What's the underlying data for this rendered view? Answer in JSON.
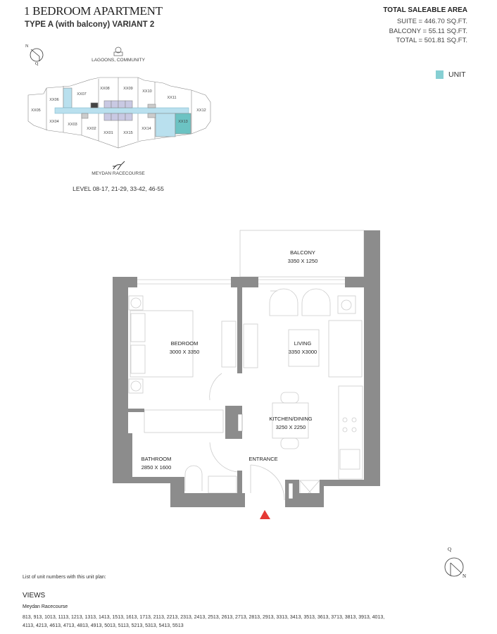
{
  "header": {
    "title": "1 BEDROOM APARTMENT",
    "subtitle": "TYPE A (with balcony) VARIANT 2"
  },
  "area": {
    "heading": "TOTAL SALEABLE AREA",
    "suite": "SUITE = 446.70 SQ.FT.",
    "balcony": "BALCONY = 55.11 SQ.FT.",
    "total": "TOTAL = 501.81 SQ.FT."
  },
  "legend": {
    "unit_label": "UNIT",
    "unit_color": "#86cfd3"
  },
  "compass_top": {
    "n": "N",
    "q": "Q"
  },
  "compass_bottom": {
    "n": "N",
    "q": "Q"
  },
  "key_plan": {
    "top_label": "LAGOONS, COMMUNITY",
    "bottom_label": "MEYDAN RACECOURSE",
    "levels": "LEVEL 08-17, 21-29, 33-42, 46-55",
    "units": [
      "XX05",
      "XX06",
      "XX07",
      "XX08",
      "XX09",
      "XX10",
      "XX11",
      "XX12",
      "XX04",
      "XX03",
      "XX02",
      "XX01",
      "XX15",
      "XX14",
      "XX13"
    ],
    "highlight_color": "#6cc3c3",
    "corridor_color": "#b9e0ee"
  },
  "rooms": {
    "balcony": {
      "name": "BALCONY",
      "size": "3350 X 1250"
    },
    "bedroom": {
      "name": "BEDROOM",
      "size": "3000 X 3350"
    },
    "living": {
      "name": "LIVING",
      "size": "3350 X3000"
    },
    "kitchen": {
      "name": "KITCHEN/DINING",
      "size": "3250 X 2250"
    },
    "bathroom": {
      "name": "BATHROOM",
      "size": "2850 X 1600"
    },
    "entrance": {
      "name": "ENTRANCE"
    }
  },
  "footer": {
    "unit_list_label": "List of unit numbers with this unit plan:",
    "views_heading": "VIEWS",
    "view_name": "Meydan Racecourse",
    "view_units": "813, 913, 1013, 1113, 1213, 1313, 1413, 1513, 1613, 1713, 2113, 2213, 2313, 2413, 2513, 2613, 2713, 2813, 2913, 3313, 3413, 3513, 3613, 3713, 3813, 3913, 4013, 4113, 4213, 4613, 4713, 4813, 4913, 5013, 5113, 5213, 5313, 5413, 5513"
  }
}
